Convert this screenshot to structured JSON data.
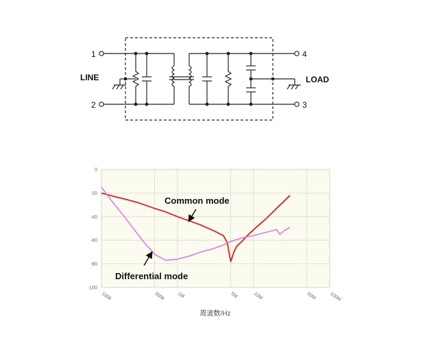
{
  "schematic": {
    "terminals": {
      "t1": "1",
      "t2": "2",
      "t3": "3",
      "t4": "4"
    },
    "line_label": "LINE",
    "load_label": "LOAD"
  },
  "chart_data": {
    "type": "line",
    "x_scale": "log",
    "xlabel": "周波数/Hz",
    "x_ticks": [
      "100k",
      "500k",
      "1M",
      "5M",
      "10M",
      "50M",
      "100M"
    ],
    "x_tick_values": [
      100000,
      500000,
      1000000,
      5000000,
      10000000,
      50000000,
      100000000
    ],
    "y_ticks": [
      "0",
      "-20",
      "-40",
      "-60",
      "-80",
      "-100"
    ],
    "y_tick_values": [
      0,
      -20,
      -40,
      -60,
      -80,
      -100
    ],
    "xlim": [
      100000,
      100000000
    ],
    "ylim": [
      -100,
      0
    ],
    "grid": true,
    "series": [
      {
        "name": "Common mode",
        "color": "#e0201a",
        "x": [
          100000,
          150000,
          200000,
          300000,
          500000,
          700000,
          1000000,
          1500000,
          2000000,
          3000000,
          4000000,
          4500000,
          4800000,
          5000000,
          5500000,
          6000000,
          7000000,
          8000000,
          10000000,
          15000000,
          20000000,
          30000000
        ],
        "y": [
          -20,
          -23,
          -25,
          -28,
          -33,
          -36,
          -40,
          -44,
          -47,
          -52,
          -56,
          -62,
          -72,
          -78,
          -70,
          -65,
          -61,
          -57,
          -51,
          -41,
          -33,
          -22
        ]
      },
      {
        "name": "Differential mode",
        "color": "#e070e8",
        "x": [
          100000,
          120000,
          150000,
          200000,
          300000,
          400000,
          500000,
          700000,
          1000000,
          1500000,
          2000000,
          3000000,
          4000000,
          5000000,
          7000000,
          10000000,
          15000000,
          20000000,
          22000000,
          25000000,
          30000000
        ],
        "y": [
          -15,
          -22,
          -30,
          -40,
          -55,
          -65,
          -72,
          -77,
          -76,
          -73,
          -70,
          -67,
          -64,
          -61,
          -58,
          -56,
          -53,
          -51,
          -55,
          -52,
          -49
        ]
      }
    ]
  }
}
